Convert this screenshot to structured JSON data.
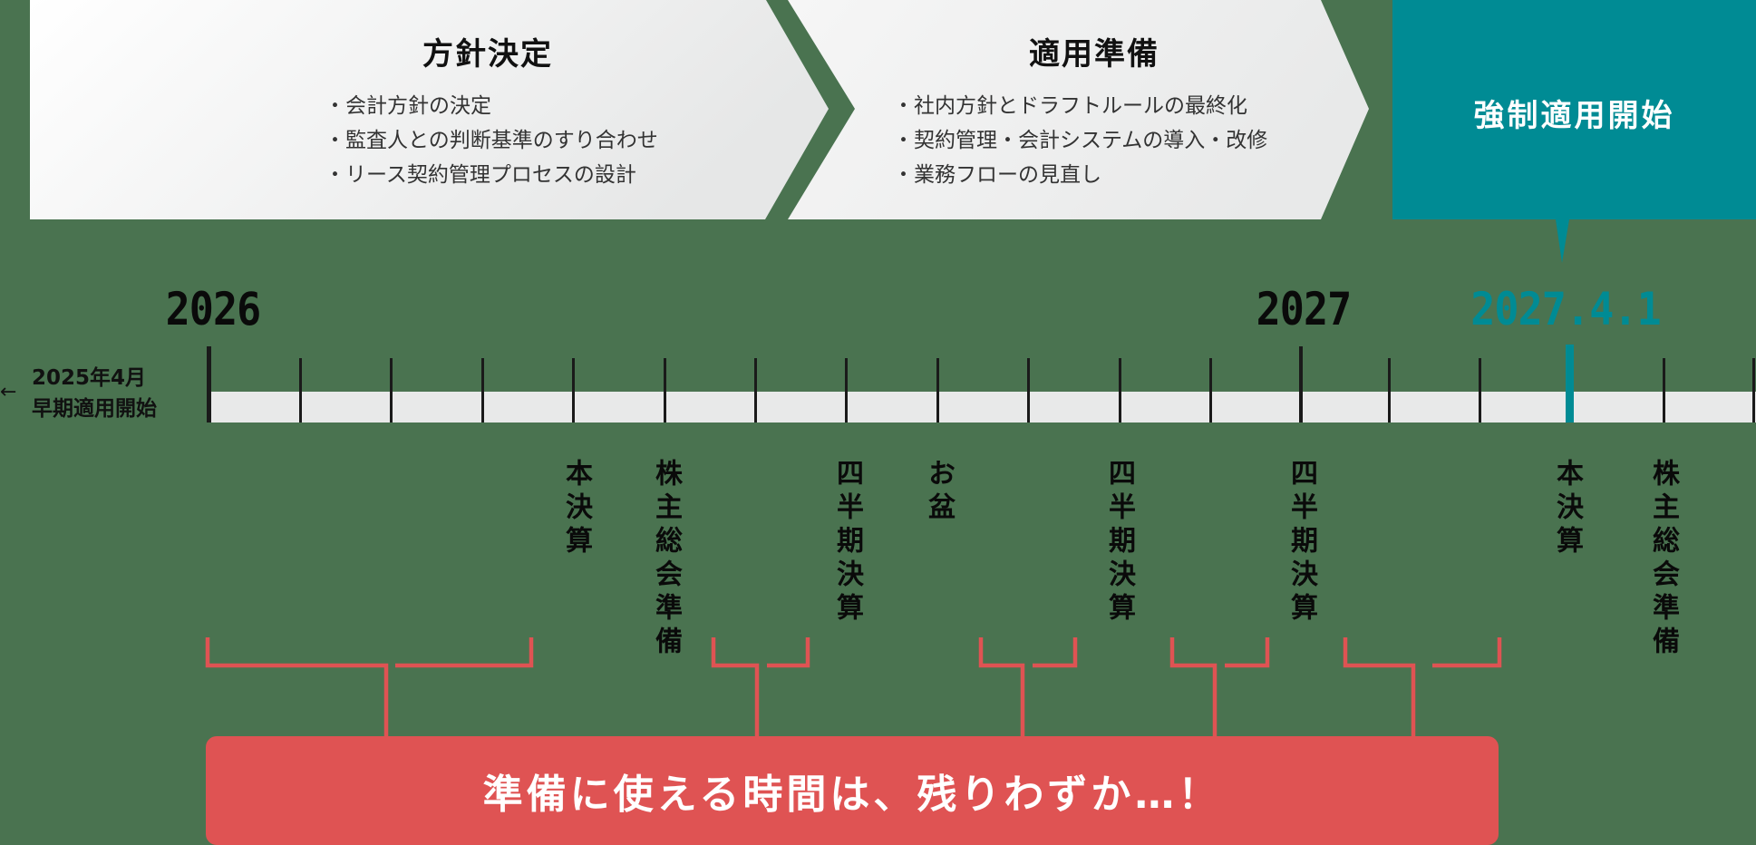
{
  "colors": {
    "background": "#4a7350",
    "phase_fill": "#eceded",
    "teal": "#008b94",
    "red": "#df5353",
    "timeline_bar": "#e8e9e9",
    "tick": "#1a1a1a"
  },
  "phases": [
    {
      "title": "方針決定",
      "items": [
        "会計方針の決定",
        "監査人との判断基準のすり合わせ",
        "リース契約管理プロセスの設計"
      ]
    },
    {
      "title": "適用準備",
      "items": [
        "社内方針とドラフトルールの最終化",
        "契約管理・会計システムの導入・改修",
        "業務フローの見直し"
      ]
    },
    {
      "title": "強制適用開始"
    }
  ],
  "timeline": {
    "start_note": {
      "arrow": "←",
      "line1": "2025年4月",
      "line2": "早期適用開始"
    },
    "years": [
      {
        "label": "2026"
      },
      {
        "label": "2027"
      },
      {
        "label": "2027.4.1"
      }
    ],
    "events": [
      {
        "label": "本決算"
      },
      {
        "label": "株主総会準備"
      },
      {
        "label": "四半期決算"
      },
      {
        "label": "お盆"
      },
      {
        "label": "四半期決算"
      },
      {
        "label": "四半期決算"
      },
      {
        "label": "本決算"
      },
      {
        "label": "株主総会準備"
      }
    ]
  },
  "callout": {
    "text": "準備に使える時間は、残りわずか…！"
  }
}
